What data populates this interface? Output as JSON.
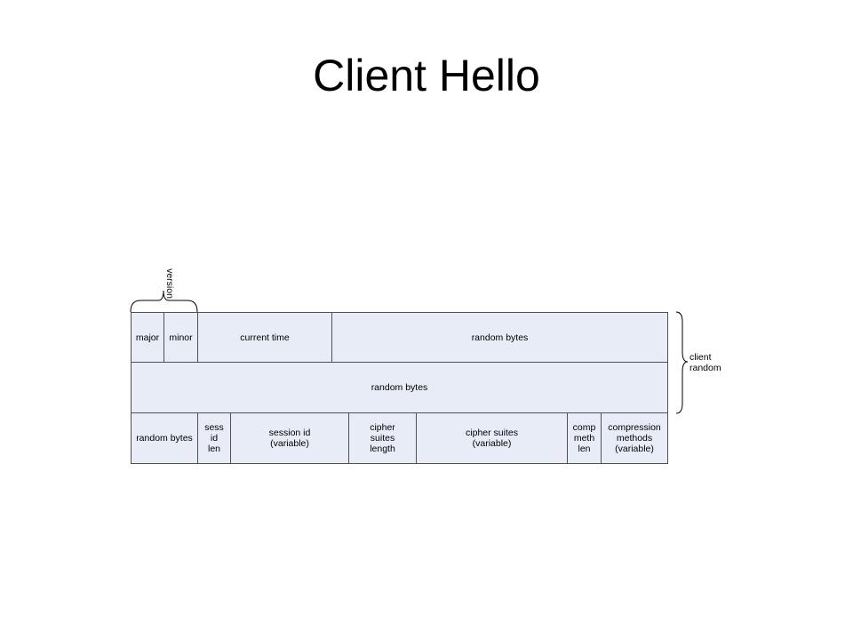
{
  "title": "Client Hello",
  "rows": [
    [
      {
        "label": "major"
      },
      {
        "label": "minor"
      },
      {
        "label": "current time"
      },
      {
        "label": "random bytes"
      }
    ],
    [
      {
        "label": "random bytes"
      }
    ],
    [
      {
        "label": "random bytes"
      },
      {
        "label": "sess\nid\nlen"
      },
      {
        "label": "session id\n(variable)"
      },
      {
        "label": "cipher\nsuites\nlength"
      },
      {
        "label": "cipher suites\n(variable)"
      },
      {
        "label": "comp\nmeth\nlen"
      },
      {
        "label": "compression\nmethods\n(variable)"
      }
    ]
  ],
  "annotations": {
    "version": "version",
    "client_random": "client\nrandom"
  }
}
